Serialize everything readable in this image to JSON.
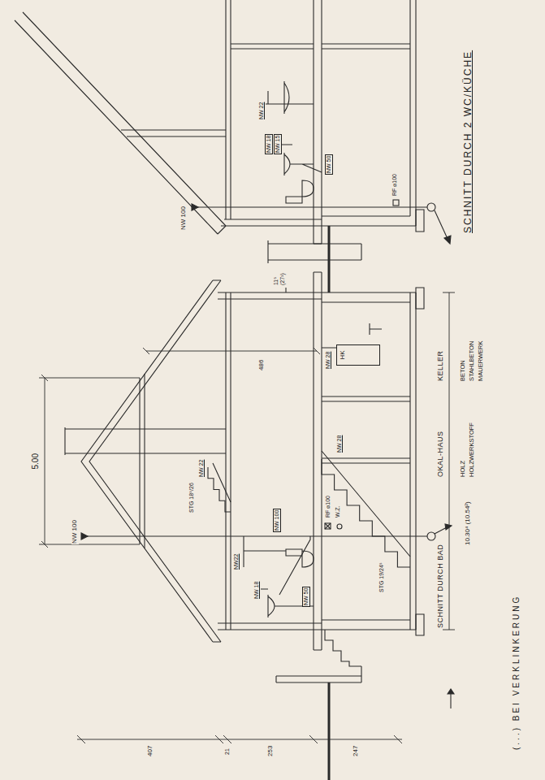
{
  "diagram": {
    "nodes": [
      {
        "text": [
          "HK"
        ]
      }
    ],
    "labels": [
      "5.00",
      "NW 100",
      "STG 18⁹/26",
      "NW 22",
      "NW22",
      "NW 18",
      "NW 100",
      "NW 50",
      "RF ⌀100",
      "W.Z.",
      "NW 28",
      "STG 19/24⁵",
      "NW 28",
      "486",
      "11⁵ (27¹)",
      "10.30⁴ (10.54²)",
      "SCHNITT DURCH BAD",
      "OKAL-HAUS",
      "HOLZ",
      "HOLZWERKSTOFF",
      "KELLER",
      "BETON",
      "STAHLBETON",
      "MAUERWERK",
      "407",
      "21",
      "253",
      "247",
      "NW 100",
      "NW 22",
      "NW 18",
      "NW 15",
      "NW 50",
      "RF ⌀100",
      "SCHNITT DURCH 2 WC/KÜCHE",
      "(...) BEI VERKLINKERUNG"
    ]
  }
}
